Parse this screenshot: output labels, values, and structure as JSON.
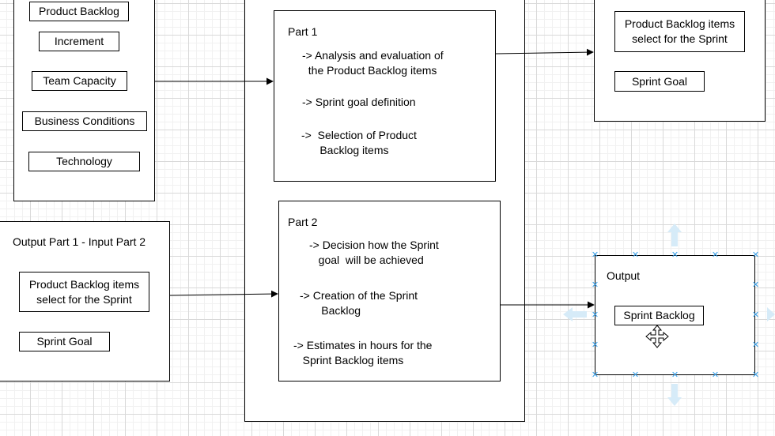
{
  "inputs": {
    "items": [
      "Product Backlog",
      "Increment",
      "Team Capacity",
      "Business Conditions",
      "Technology"
    ]
  },
  "part1": {
    "title": "Part 1",
    "lines": [
      "-> Analysis and evaluation of\n  the Product Backlog items",
      "-> Sprint goal definition",
      "->  Selection of Product\n      Backlog items"
    ]
  },
  "part2": {
    "title": "Part 2",
    "lines": [
      "-> Decision how the Sprint\n   goal  will be achieved",
      "-> Creation of the Sprint\n       Backlog",
      "-> Estimates in hours for the\n   Sprint Backlog items"
    ]
  },
  "output1": {
    "items": [
      "Product Backlog items\nselect for the Sprint",
      "Sprint Goal"
    ]
  },
  "handoff": {
    "title": "Output Part 1 - Input Part 2",
    "items": [
      "Product Backlog items\nselect for the Sprint",
      "Sprint Goal"
    ]
  },
  "output2": {
    "title": "Output",
    "item": "Sprint Backlog"
  },
  "colors": {
    "selection": "#3aa0e8",
    "ghost_arrow": "#d6ebf8"
  },
  "icons": [
    "move-cursor-icon",
    "ghost-arrow-icon",
    "selection-handle-icon"
  ]
}
